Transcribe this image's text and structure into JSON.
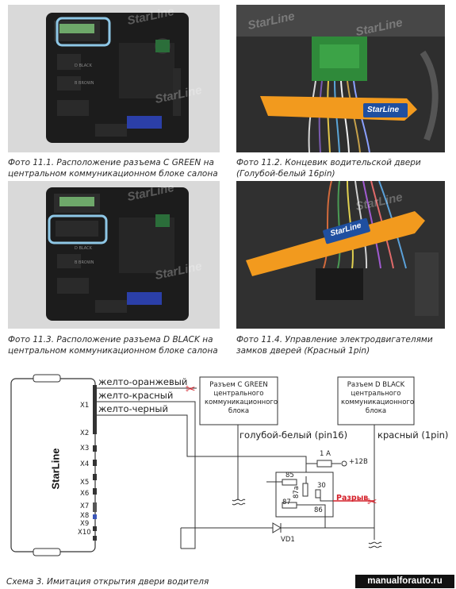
{
  "photos": [
    {
      "caption": "Фото 11.1.  Расположение разъема  C GREEN на центральном коммуникационном блоке салона",
      "watermark": "StarLine",
      "labels": [
        "D BLACK",
        "B BROWN"
      ]
    },
    {
      "caption": "Фото 11.2. Концевик водительской двери (Голубой-белый 16pin)",
      "watermark": "StarLine",
      "tool_text": "StarLine"
    },
    {
      "caption": "Фото 11.3.  Расположение разъема  D BLACK на центральном коммуникационном блоке салона",
      "watermark": "StarLine",
      "labels": [
        "D BLACK",
        "B BROWN"
      ]
    },
    {
      "caption": "Фото 11.4. Управление электродвигателями замков дверей (Красный 1pin)",
      "watermark": "StarLine",
      "tool_text": "StarLine"
    }
  ],
  "schema": {
    "caption": "Схема 3. Имитация открытия двери водителя",
    "unit_brand": "StarLine",
    "connectors": [
      "X1",
      "X2",
      "X3",
      "X4",
      "X5",
      "X6",
      "X7",
      "X8",
      "X9",
      "X10"
    ],
    "wires": [
      "желто-оранжевый",
      "желто-красный",
      "желто-черный"
    ],
    "connector_c": "Разъем C GREEN центрального коммуникационного блока",
    "connector_d": "Разъем D BLACK центрального коммуникационного блока",
    "wire_c": "голубой-белый (pin16)",
    "wire_d": "красный (1pin)",
    "fuse": "1 A",
    "power": "+12В",
    "relay_pins": [
      "85",
      "86",
      "87",
      "87a",
      "30"
    ],
    "break_label": "Разрыв",
    "diode": "VD1",
    "colors": {
      "break": "#d4202a",
      "scissors": "#d4202a",
      "line": "#333333"
    }
  },
  "site": "manualforauto.ru"
}
